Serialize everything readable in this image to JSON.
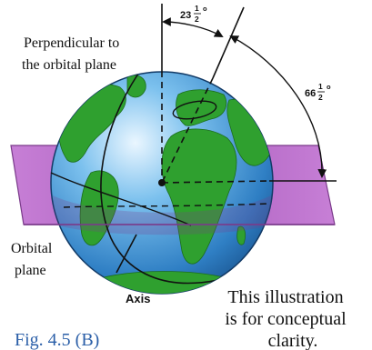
{
  "labels": {
    "perpendicular_line1": "Perpendicular to",
    "perpendicular_line2": "the orbital plane",
    "tilt_whole": "23",
    "tilt_frac_num": "1",
    "tilt_frac_den": "2",
    "tilt_degree": "o",
    "plane_angle_whole": "66",
    "plane_angle_frac_num": "1",
    "plane_angle_frac_den": "2",
    "plane_angle_degree": "o",
    "orbital_line1": "Orbital",
    "orbital_line2": "plane",
    "axis": "Axis",
    "note_line1": "This illustration",
    "note_line2": "is for conceptual",
    "note_line3": "clarity.",
    "figure_caption": "Fig. 4.5 (B)"
  },
  "colors": {
    "ocean": "#3f8fd0",
    "land": "#2fa02f",
    "plane": "#b66ac8",
    "plane_edge": "#7a3a8a",
    "caption": "#2b5fa8"
  }
}
